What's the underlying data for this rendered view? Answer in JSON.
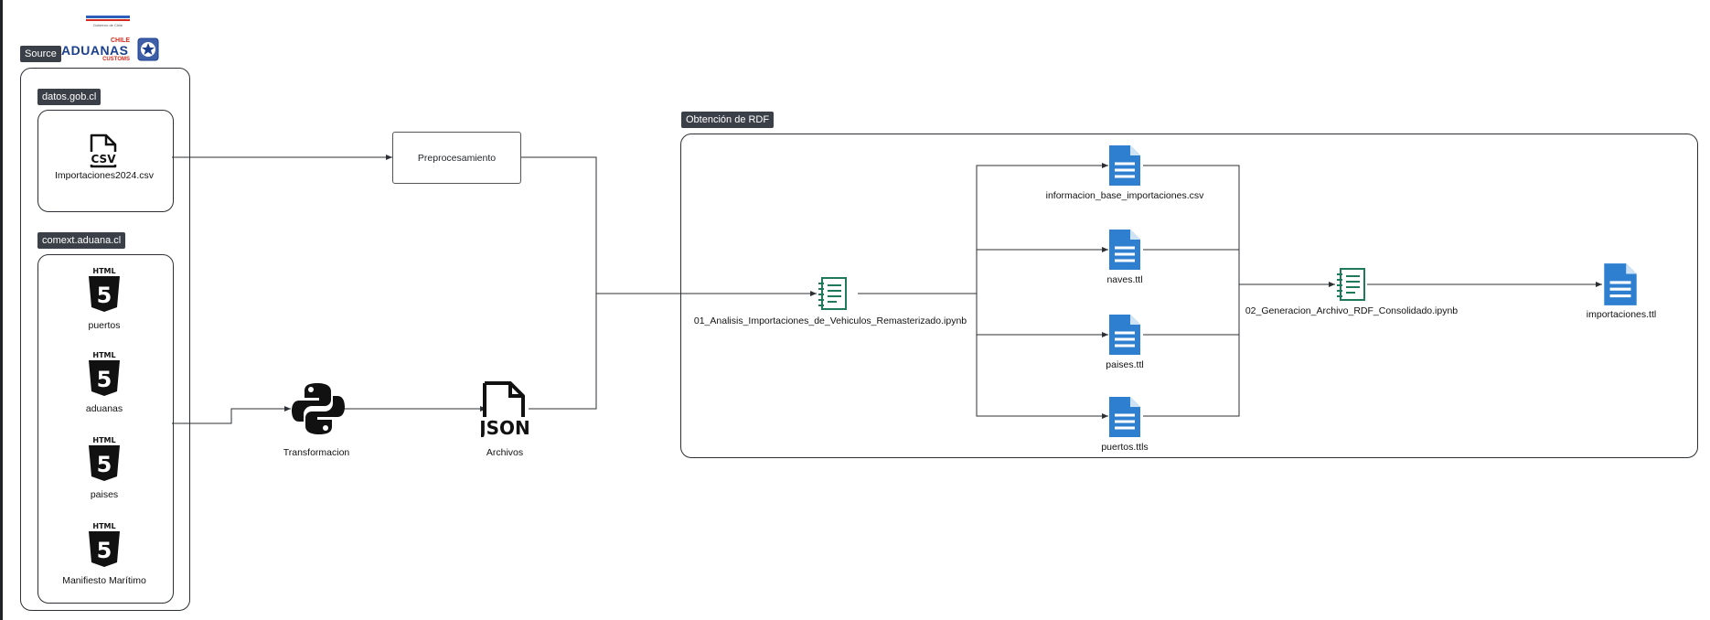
{
  "header": {
    "gov_text": "Gobierno de Chile",
    "logo_chile": "CHILE",
    "logo_aduanas": "ADUANAS",
    "logo_customs": "CUSTOMS"
  },
  "groups": {
    "source": "Source",
    "datos": "datos.gob.cl",
    "comext": "comext.aduana.cl",
    "rdf": "Obtención de RDF"
  },
  "nodes": {
    "csv_file": "Importaciones2024.csv",
    "csv_badge": "CSV",
    "html_badge": "HTML",
    "puertos": "puertos",
    "aduanas": "aduanas",
    "paises": "paises",
    "manifiesto": "Manifiesto Marítimo",
    "preprocesamiento": "Preprocesamiento",
    "transformacion": "Transformacion",
    "json_badge": "JSON",
    "archivos": "Archivos",
    "notebook1": "01_Analisis_Importaciones_de_Vehiculos_Remasterizado.ipynb",
    "info_base": "informacion_base_importaciones.csv",
    "naves": "naves.ttl",
    "paises_ttl": "paises.ttl",
    "puertos_ttls": "puertos.ttls",
    "notebook2": "02_Generacion_Archivo_RDF_Consolidado.ipynb",
    "importaciones": "importaciones.ttl"
  },
  "colors": {
    "doc_blue": "#2f7fd0",
    "doc_blue_light": "#cfe3f7",
    "notebook_green": "#1f7a5a",
    "tag_bg": "#3b4048",
    "logo_blue": "#1a3f8f",
    "logo_red": "#d52b1e"
  }
}
